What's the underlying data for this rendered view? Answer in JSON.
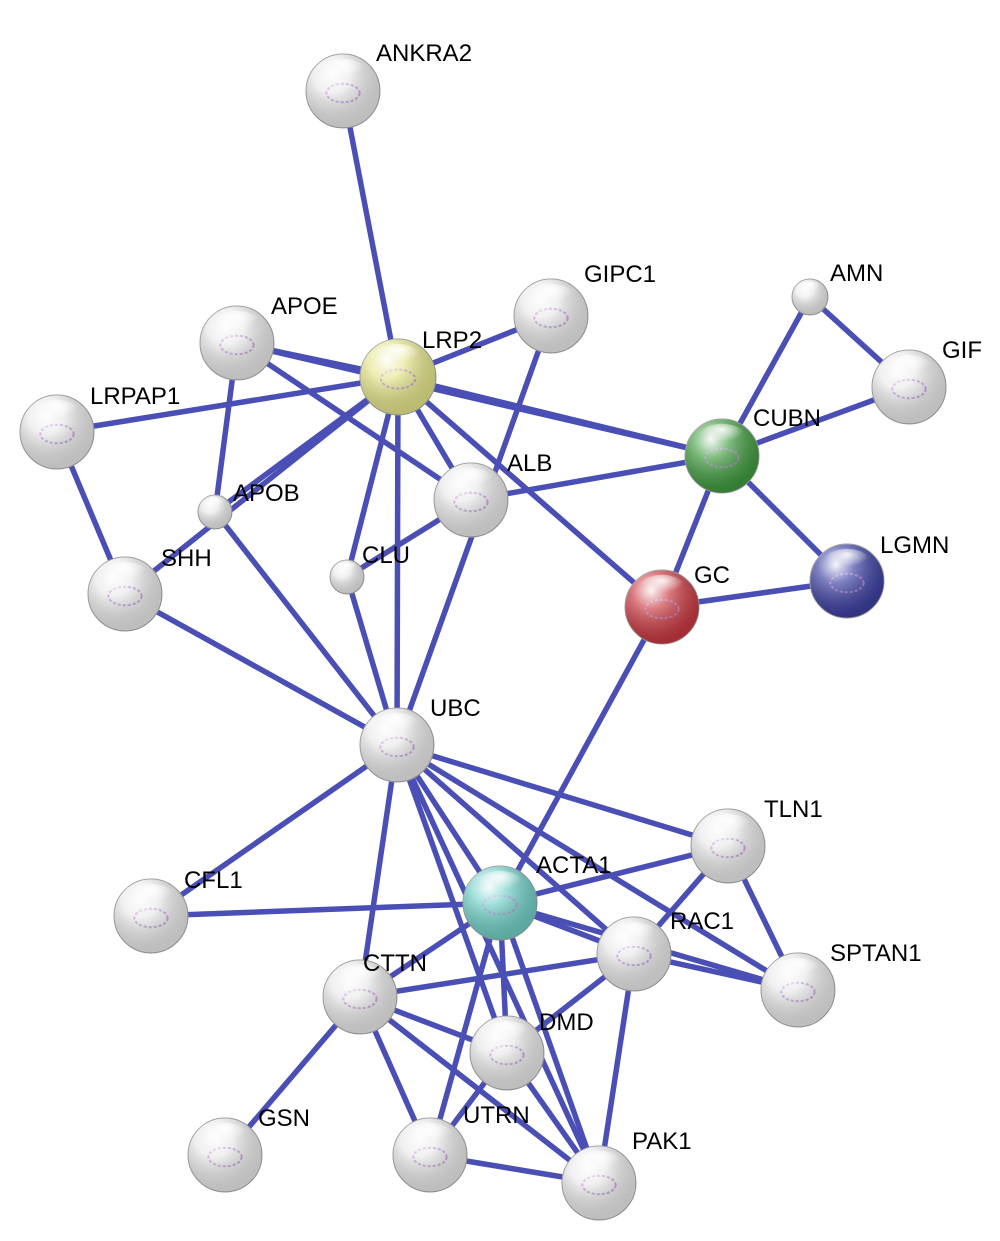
{
  "diagram": {
    "type": "protein-interaction-network",
    "nodes": [
      {
        "id": "ANKRA2",
        "label": "ANKRA2",
        "color": "#e8e8e8"
      },
      {
        "id": "GIPC1",
        "label": "GIPC1",
        "color": "#e8e8e8"
      },
      {
        "id": "AMN",
        "label": "AMN",
        "color": "#e8e8e8"
      },
      {
        "id": "APOE",
        "label": "APOE",
        "color": "#e8e8e8"
      },
      {
        "id": "LRP2",
        "label": "LRP2",
        "color": "#e4e48a"
      },
      {
        "id": "GIF",
        "label": "GIF",
        "color": "#e8e8e8"
      },
      {
        "id": "LRPAP1",
        "label": "LRPAP1",
        "color": "#e8e8e8"
      },
      {
        "id": "CUBN",
        "label": "CUBN",
        "color": "#3f9a3f"
      },
      {
        "id": "ALB",
        "label": "ALB",
        "color": "#e8e8e8"
      },
      {
        "id": "APOB",
        "label": "APOB",
        "color": "#e8e8e8"
      },
      {
        "id": "LGMN",
        "label": "LGMN",
        "color": "#3b3fa0"
      },
      {
        "id": "CLU",
        "label": "CLU",
        "color": "#e8e8e8"
      },
      {
        "id": "SHH",
        "label": "SHH",
        "color": "#e8e8e8"
      },
      {
        "id": "GC",
        "label": "GC",
        "color": "#c8383f"
      },
      {
        "id": "UBC",
        "label": "UBC",
        "color": "#e8e8e8"
      },
      {
        "id": "TLN1",
        "label": "TLN1",
        "color": "#e8e8e8"
      },
      {
        "id": "ACTA1",
        "label": "ACTA1",
        "color": "#6fcfc6"
      },
      {
        "id": "CFL1",
        "label": "CFL1",
        "color": "#e8e8e8"
      },
      {
        "id": "RAC1",
        "label": "RAC1",
        "color": "#e8e8e8"
      },
      {
        "id": "SPTAN1",
        "label": "SPTAN1",
        "color": "#e8e8e8"
      },
      {
        "id": "CTTN",
        "label": "CTTN",
        "color": "#e8e8e8"
      },
      {
        "id": "DMD",
        "label": "DMD",
        "color": "#e8e8e8"
      },
      {
        "id": "GSN",
        "label": "GSN",
        "color": "#e8e8e8"
      },
      {
        "id": "UTRN",
        "label": "UTRN",
        "color": "#e8e8e8"
      },
      {
        "id": "PAK1",
        "label": "PAK1",
        "color": "#e8e8e8"
      }
    ],
    "edges": [
      [
        "ANKRA2",
        "LRP2"
      ],
      [
        "GIPC1",
        "LRP2"
      ],
      [
        "GIPC1",
        "UBC"
      ],
      [
        "AMN",
        "CUBN"
      ],
      [
        "AMN",
        "GIF"
      ],
      [
        "GIF",
        "CUBN"
      ],
      [
        "APOE",
        "LRP2"
      ],
      [
        "APOE",
        "ALB"
      ],
      [
        "APOE",
        "APOB"
      ],
      [
        "APOE",
        "CUBN"
      ],
      [
        "LRPAP1",
        "LRP2"
      ],
      [
        "LRPAP1",
        "SHH"
      ],
      [
        "LRP2",
        "CUBN"
      ],
      [
        "LRP2",
        "ALB"
      ],
      [
        "LRP2",
        "APOB"
      ],
      [
        "LRP2",
        "CLU"
      ],
      [
        "LRP2",
        "GC"
      ],
      [
        "LRP2",
        "SHH"
      ],
      [
        "LRP2",
        "UBC"
      ],
      [
        "CUBN",
        "ALB"
      ],
      [
        "CUBN",
        "GC"
      ],
      [
        "CUBN",
        "LGMN"
      ],
      [
        "GC",
        "LGMN"
      ],
      [
        "GC",
        "ACTA1"
      ],
      [
        "ALB",
        "CLU"
      ],
      [
        "APOB",
        "UBC"
      ],
      [
        "CLU",
        "UBC"
      ],
      [
        "SHH",
        "UBC"
      ],
      [
        "UBC",
        "TLN1"
      ],
      [
        "UBC",
        "ACTA1"
      ],
      [
        "UBC",
        "CFL1"
      ],
      [
        "UBC",
        "RAC1"
      ],
      [
        "UBC",
        "CTTN"
      ],
      [
        "UBC",
        "DMD"
      ],
      [
        "UBC",
        "PAK1"
      ],
      [
        "UBC",
        "SPTAN1"
      ],
      [
        "TLN1",
        "ACTA1"
      ],
      [
        "TLN1",
        "RAC1"
      ],
      [
        "TLN1",
        "SPTAN1"
      ],
      [
        "ACTA1",
        "CFL1"
      ],
      [
        "ACTA1",
        "CTTN"
      ],
      [
        "ACTA1",
        "DMD"
      ],
      [
        "ACTA1",
        "UTRN"
      ],
      [
        "ACTA1",
        "PAK1"
      ],
      [
        "ACTA1",
        "RAC1"
      ],
      [
        "ACTA1",
        "SPTAN1"
      ],
      [
        "RAC1",
        "CTTN"
      ],
      [
        "RAC1",
        "SPTAN1"
      ],
      [
        "RAC1",
        "PAK1"
      ],
      [
        "RAC1",
        "DMD"
      ],
      [
        "CTTN",
        "GSN"
      ],
      [
        "CTTN",
        "UTRN"
      ],
      [
        "CTTN",
        "PAK1"
      ],
      [
        "CTTN",
        "DMD"
      ],
      [
        "DMD",
        "UTRN"
      ],
      [
        "DMD",
        "PAK1"
      ],
      [
        "UTRN",
        "PAK1"
      ]
    ]
  }
}
